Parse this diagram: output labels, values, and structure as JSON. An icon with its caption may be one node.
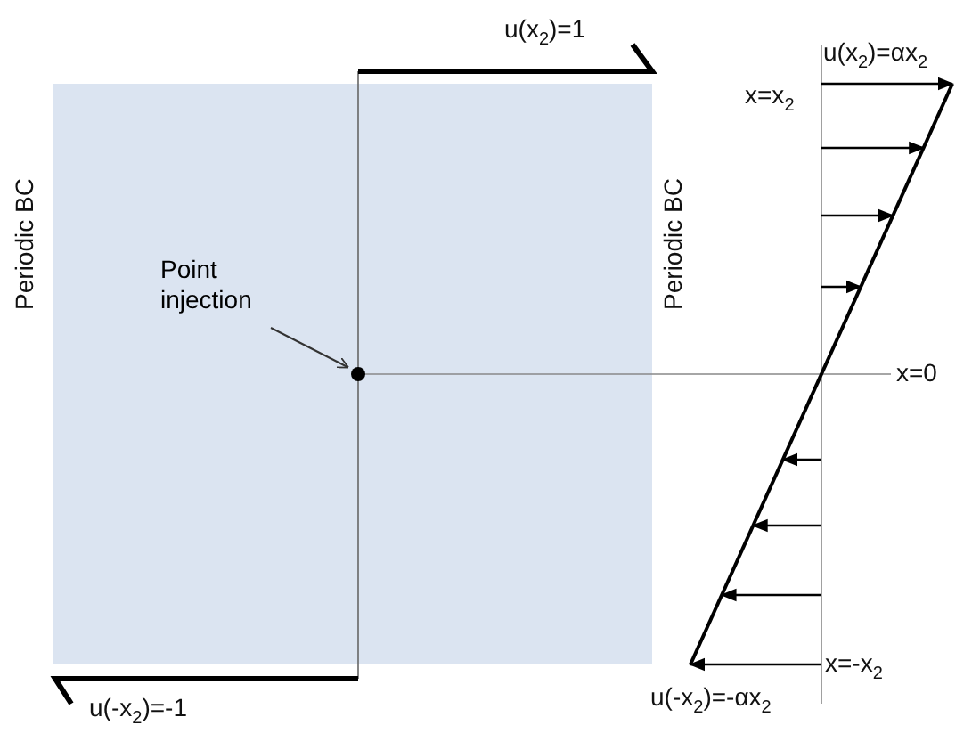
{
  "diagram": {
    "nodes": [
      {
        "text": [
          "Point injection"
        ]
      },
      {
        "text": [],
        "shape": "circle"
      }
    ],
    "edges": [
      {
        "from": 0,
        "to": 1,
        "arrow": "to"
      }
    ],
    "labels": [
      "u(x$_{2}$)=1",
      "u(x$_{2}$)=αx$_{2}$",
      "x=x$_{2}$",
      "Periodic BC",
      "Periodic BC",
      "x=0",
      "x=-x$_{2}$",
      "u(-x$_{2}$)=-αx$_{2}$",
      "u(-x$_{2}$)=-1"
    ]
  }
}
